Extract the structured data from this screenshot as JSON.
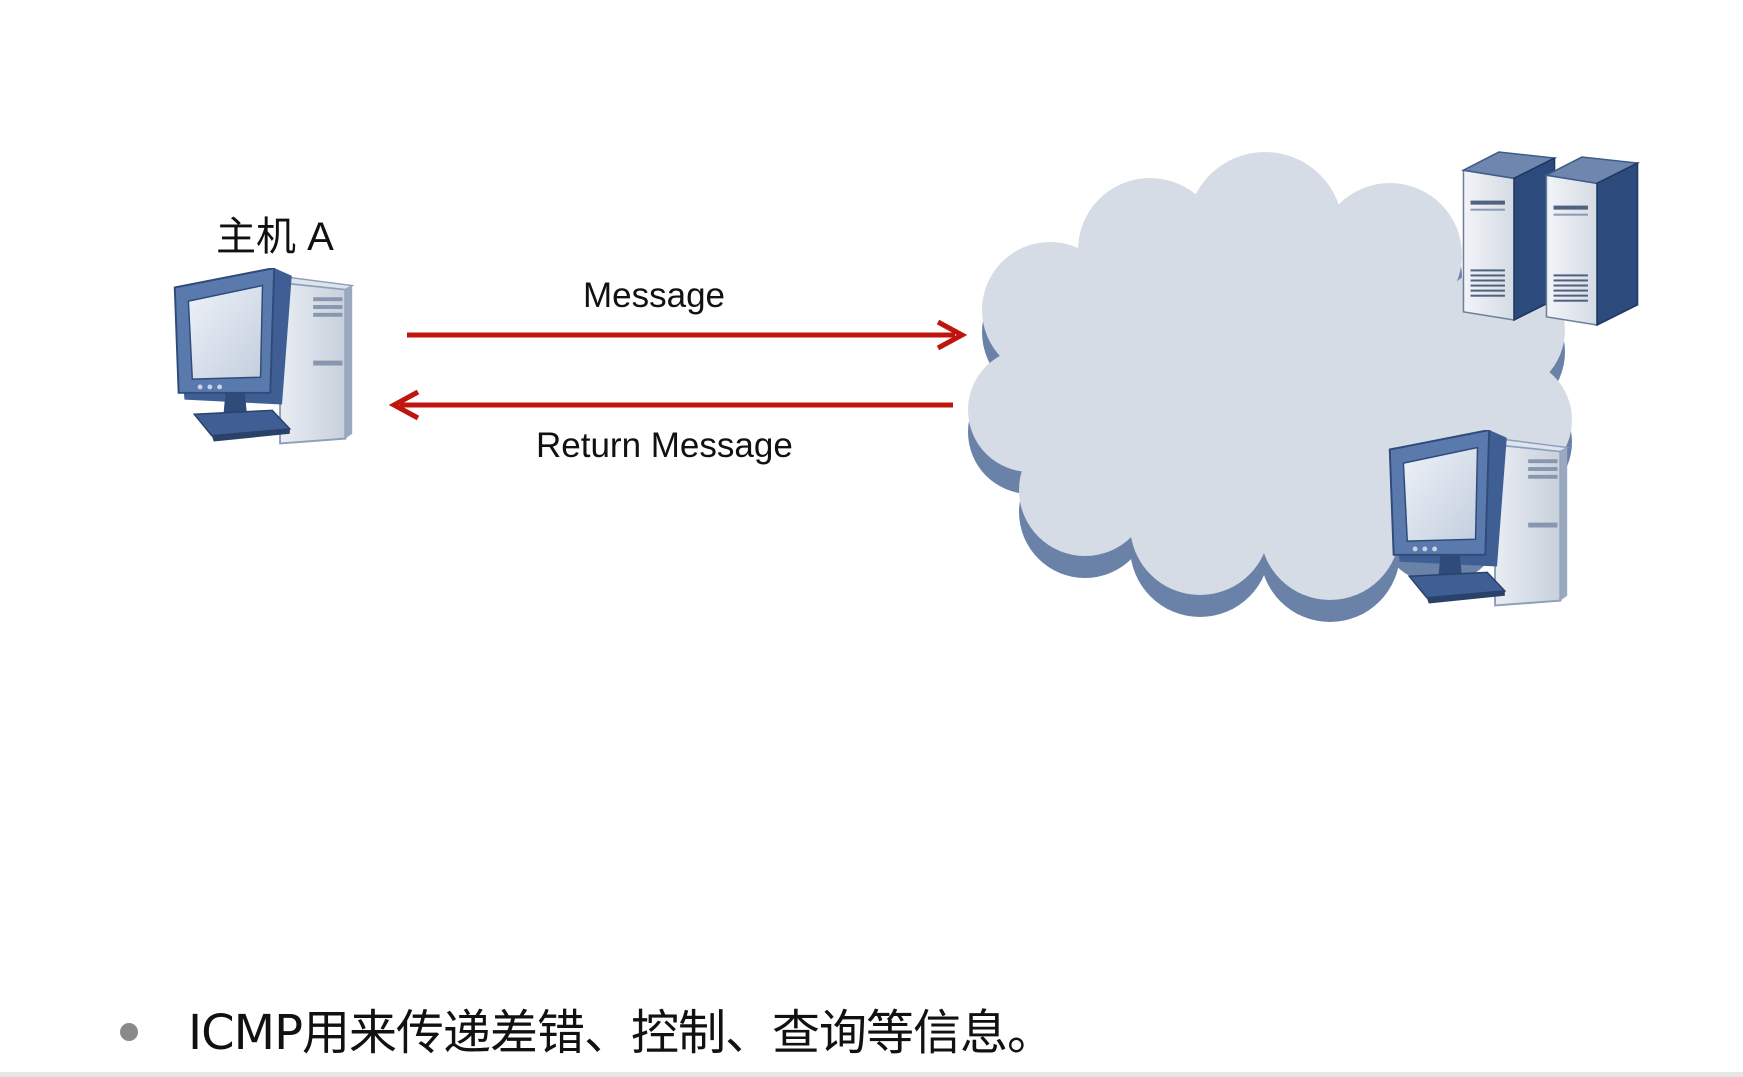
{
  "diagram": {
    "host_label": "主机 A",
    "request_label": "Message",
    "response_label": "Return Message",
    "arrow_color": "#c0150f",
    "cloud_color": "#d6dce5",
    "cloud_shadow_color": "#6a82a7"
  },
  "bullets": [
    {
      "text": "ICMP用来传递差错、控制、查询等信息。"
    }
  ],
  "icons": {
    "host": "desktop-computer-icon",
    "network": "cloud-icon",
    "servers": "server-tower-icon",
    "remote_host": "desktop-computer-icon"
  }
}
